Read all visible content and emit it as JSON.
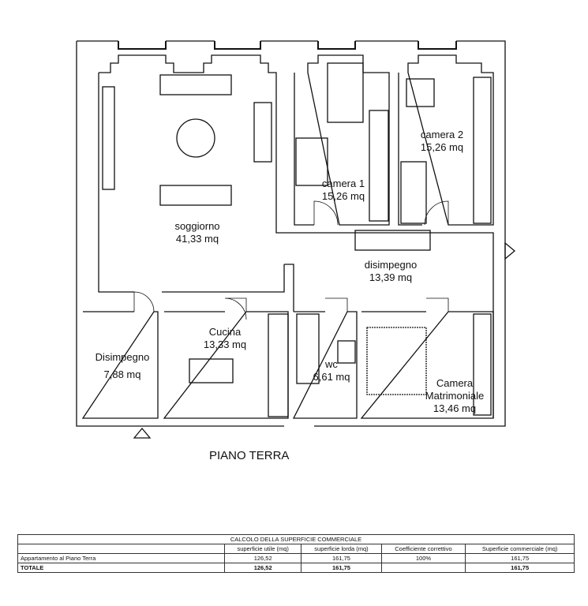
{
  "rooms": [
    {
      "name": "soggiorno",
      "area": "41,33 mq"
    },
    {
      "name": "camera 1",
      "area": "15,26 mq"
    },
    {
      "name": "camera 2",
      "area": "15,26 mq"
    },
    {
      "name": "disimpegno",
      "area": "13,39 mq"
    },
    {
      "name": "Disimpegno",
      "area": "7,88 mq"
    },
    {
      "name": "Cucina",
      "area": "13,33 mq"
    },
    {
      "name": "wc",
      "area": "6,61 mq"
    },
    {
      "name": "Camera Matrimoniale",
      "area": "13,46 mq"
    }
  ],
  "floor_title": "PIANO TERRA",
  "table": {
    "title": "CALCOLO DELLA SUPERFICIE COMMERCIALE",
    "headers": [
      "",
      "superficie utile (mq)",
      "superficie lorda (mq)",
      "Coefficiente correttivo",
      "Superficie commerciale (mq)"
    ],
    "rows": [
      [
        "Appartamento al Piano Terra",
        "126,52",
        "161,75",
        "100%",
        "161,75"
      ],
      [
        "TOTALE",
        "126,52",
        "161,75",
        "",
        "161,75"
      ]
    ]
  }
}
